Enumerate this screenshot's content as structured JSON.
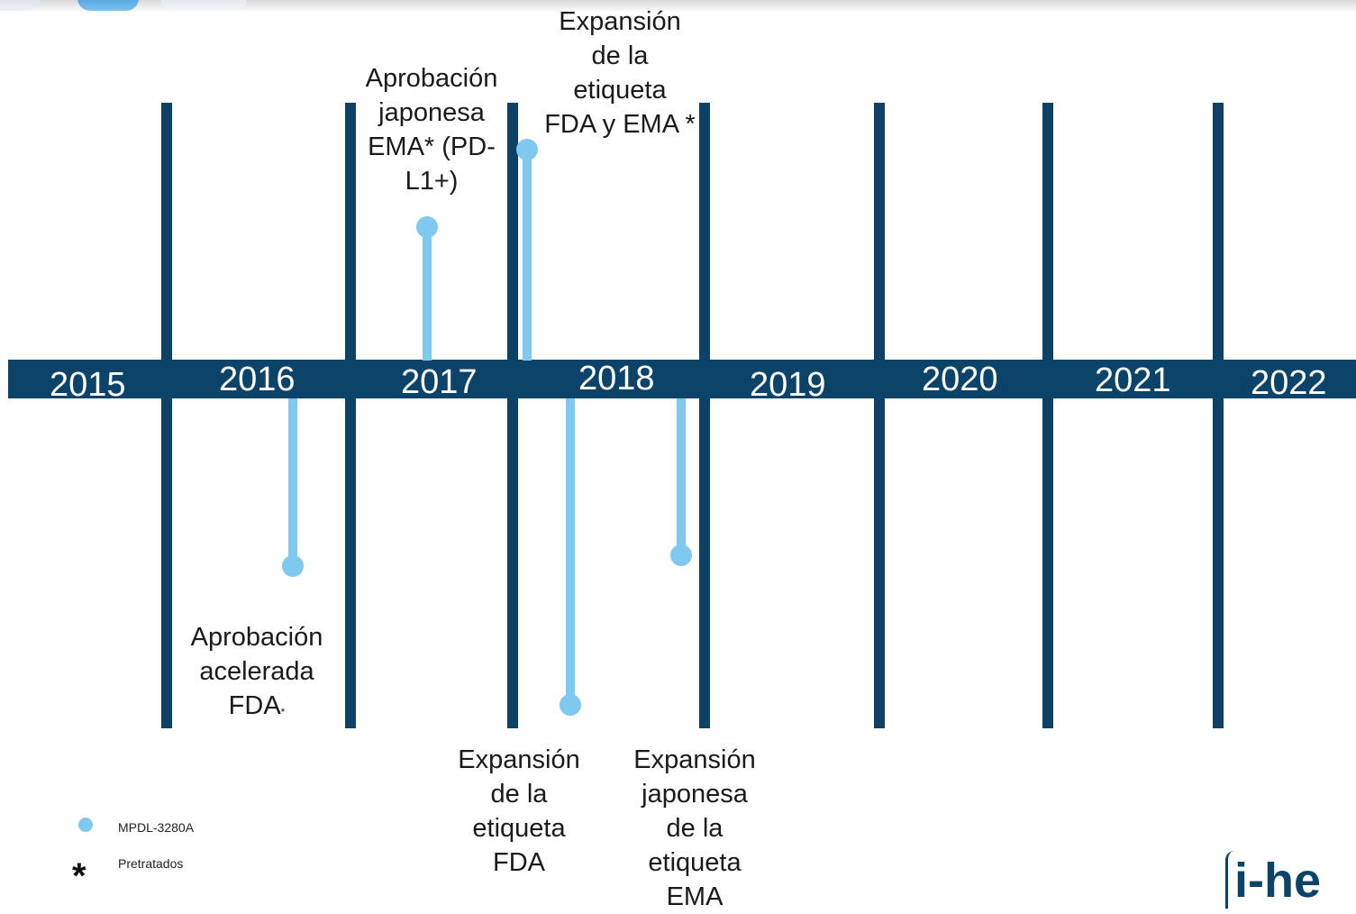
{
  "timeline": {
    "years": [
      "2015",
      "2016",
      "2017",
      "2018",
      "2019",
      "2020",
      "2021",
      "2022"
    ],
    "events_above": [
      {
        "lines": [
          "Aprobación",
          "japonesa",
          "EMA* (PD-",
          "L1+)"
        ]
      },
      {
        "lines": [
          "Expansión",
          "de la",
          "etiqueta",
          "FDA y EMA *"
        ]
      }
    ],
    "events_below": [
      {
        "lines": [
          "Aprobación",
          "acelerada",
          "FDA"
        ],
        "suffix": "*"
      },
      {
        "lines": [
          "Expansión",
          "de la",
          "etiqueta",
          "FDA"
        ]
      },
      {
        "lines": [
          "Expansión",
          "japonesa",
          "de la",
          "etiqueta",
          "EMA"
        ]
      }
    ]
  },
  "legend": {
    "series_label": "MPDL-3280A",
    "asterisk_symbol": "*",
    "asterisk_label": "Pretratados"
  },
  "logo": {
    "text": "i-he"
  },
  "colors": {
    "band": "#0c4469",
    "divider": "#0d4266",
    "marker": "#7fc8f0"
  }
}
